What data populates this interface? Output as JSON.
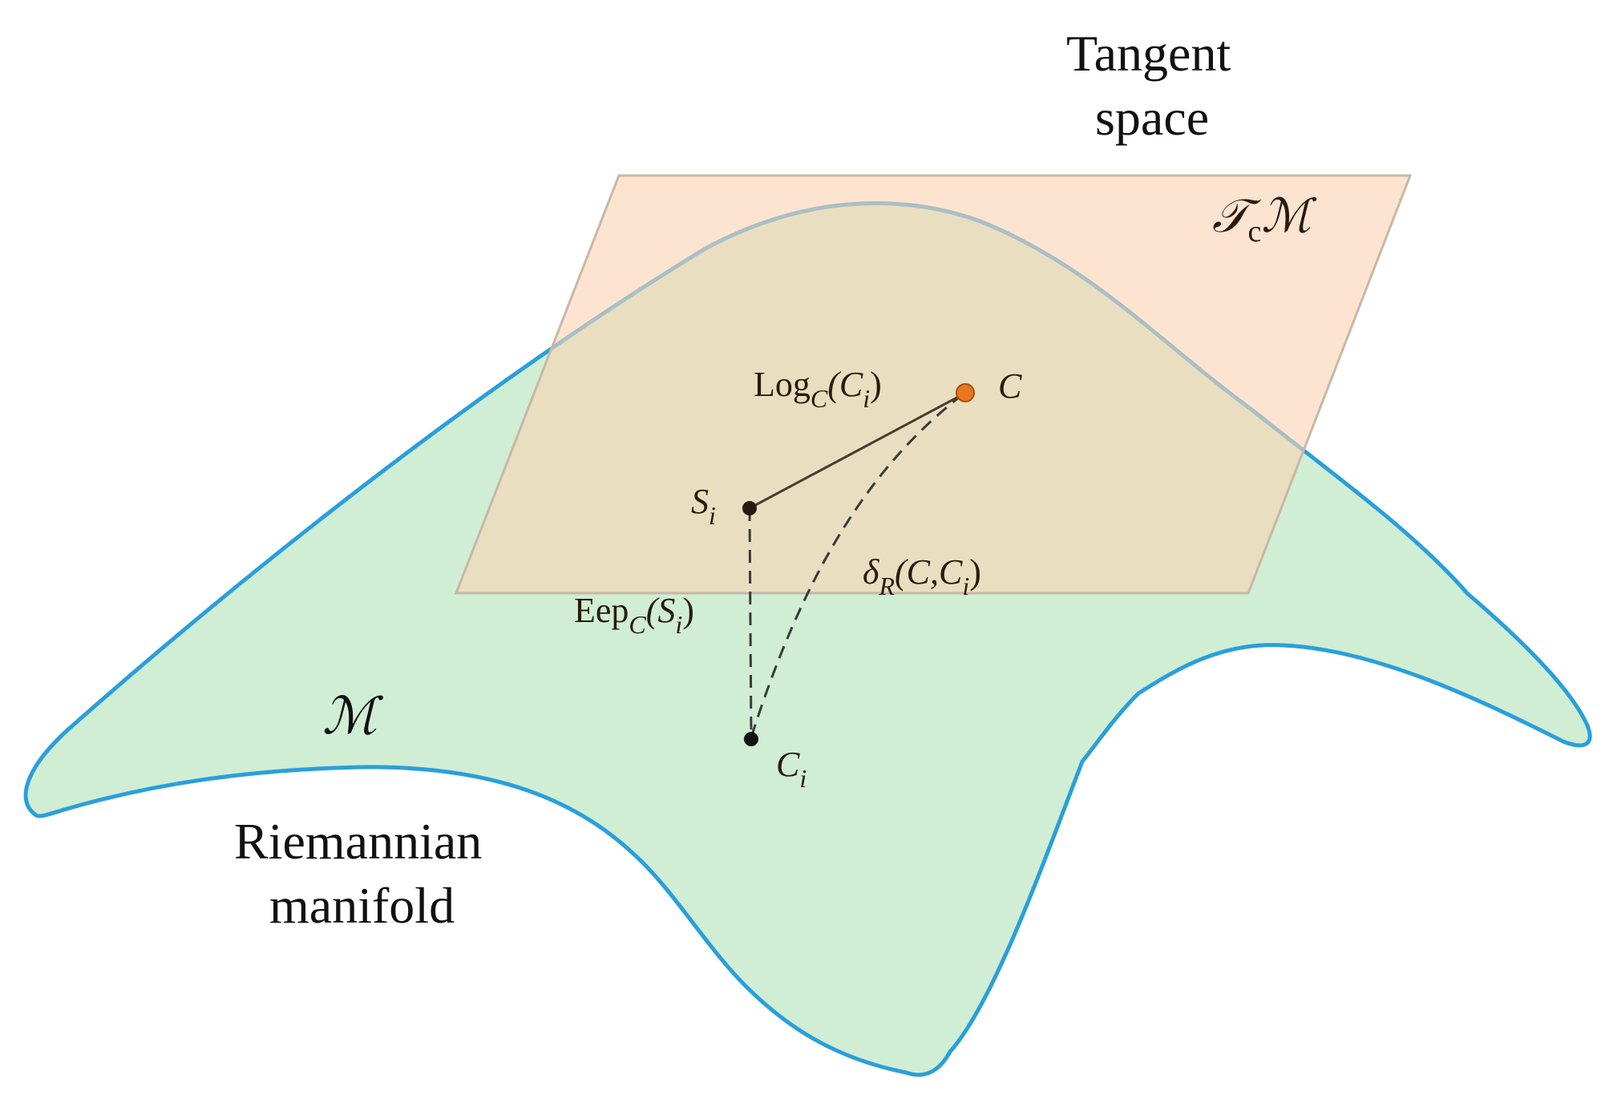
{
  "title_tangent": [
    "Tangent",
    "space"
  ],
  "title_manifold": [
    "Riemannian",
    "manifold"
  ],
  "tangent_symbol": {
    "main": "𝒯",
    "sub": "c",
    "tail": "ℳ"
  },
  "manifold_symbol": "ℳ",
  "points": {
    "C": "C",
    "S_i": {
      "main": "S",
      "sub": "i"
    },
    "C_i": {
      "main": "C",
      "sub": "i"
    }
  },
  "maps": {
    "log": {
      "op": "Log",
      "sub": "C",
      "open": "(C",
      "arg_sub": "i",
      "close": ")"
    },
    "exp": {
      "op": "Eep",
      "sub": "C",
      "open": "(S",
      "arg_sub": "i",
      "close": ")"
    },
    "dist": {
      "op": "δ",
      "sub": "R",
      "open": "(C,C",
      "arg_sub": "i",
      "close": ")"
    }
  },
  "colors": {
    "manifold_fill": "#d0eed3",
    "manifold_stroke": "#2a9fdc",
    "tangent_fill": "#fad4b4",
    "tangent_stroke": "#c7b8a8",
    "point_C": "#e8761f",
    "point_dark": "#2a1a0e"
  }
}
